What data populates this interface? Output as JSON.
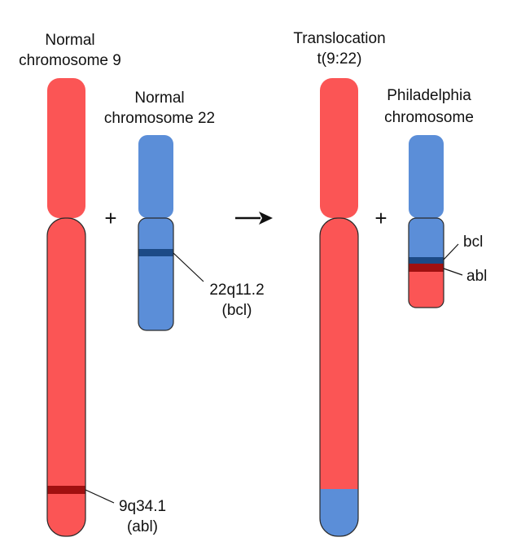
{
  "labels": {
    "normal_chr9": [
      "Normal",
      "chromosome 9"
    ],
    "normal_chr22": [
      "Normal",
      "chromosome 22"
    ],
    "translocation": [
      "Translocation",
      "t(9:22)"
    ],
    "philadelphia": [
      "Philadelphia",
      "chromosome"
    ],
    "band_22q": [
      "22q11.2",
      "(bcl)"
    ],
    "band_9q": [
      "9q34.1",
      "(abl)"
    ],
    "bcl": "bcl",
    "abl": "abl",
    "plus_1": "+",
    "plus_2": "+"
  },
  "colors": {
    "chr9_red": "#fb5555",
    "chr22_blue": "#5b8ed8",
    "abl_band": "#a01010",
    "bcl_band": "#1c4a86",
    "outline": "#2a2a2a"
  }
}
